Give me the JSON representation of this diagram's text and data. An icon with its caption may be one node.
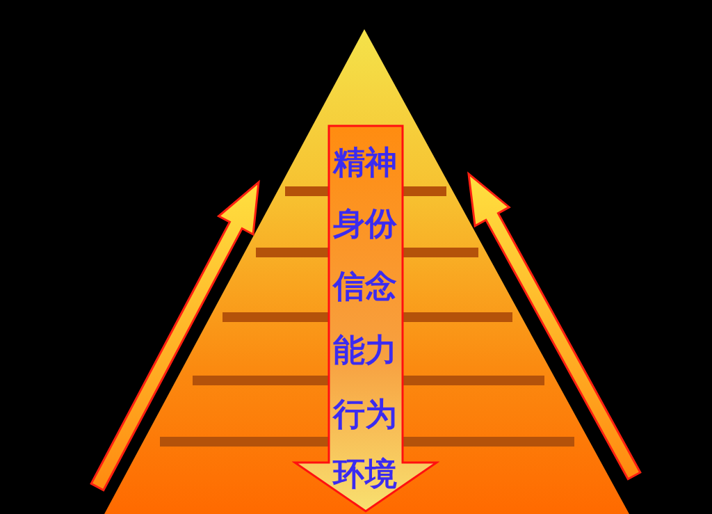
{
  "diagram": {
    "nodes": [
      {
        "text": [
          "精神",
          "身份",
          "信念",
          "能力",
          "行为",
          "环境"
        ]
      }
    ]
  }
}
